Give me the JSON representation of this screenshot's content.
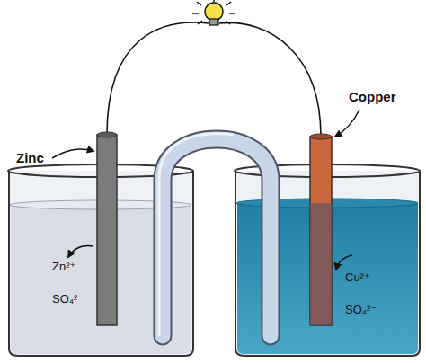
{
  "diagram": {
    "labels": [
      "Zinc",
      "Copper",
      "Zn²⁺",
      "SO₄²⁻",
      "Cu²⁺",
      "SO₄²⁻"
    ]
  }
}
